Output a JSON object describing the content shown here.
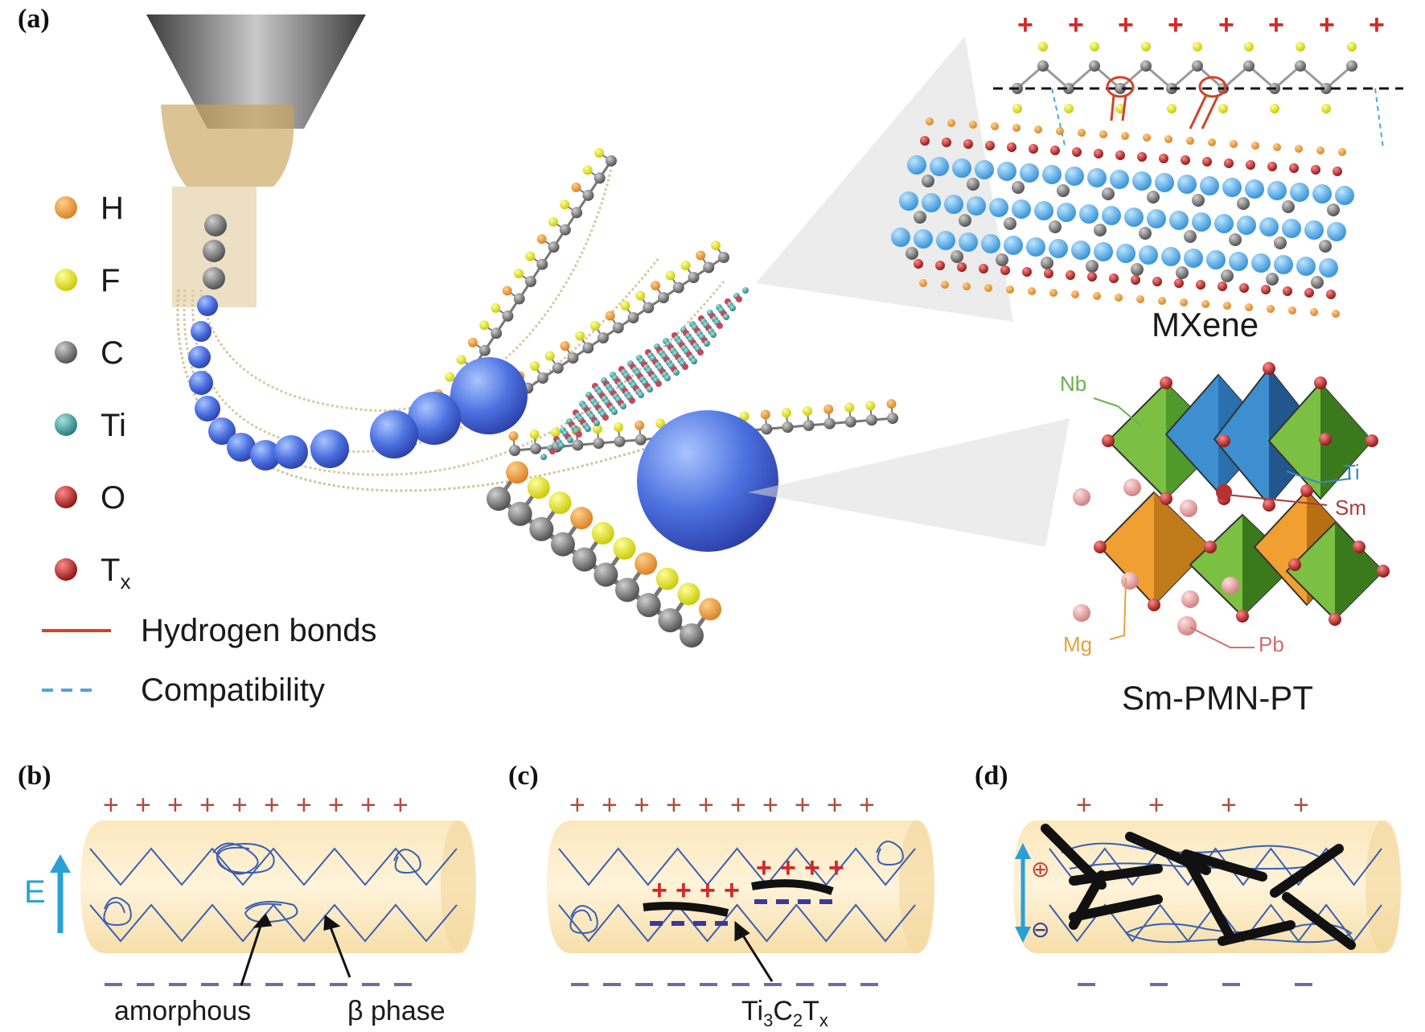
{
  "panels": {
    "a": "(a)",
    "b": "(b)",
    "c": "(c)",
    "d": "(d)"
  },
  "legend": {
    "items": [
      {
        "symbol": "H",
        "color": "#e8a13a"
      },
      {
        "symbol": "F",
        "color": "#e8e81e"
      },
      {
        "symbol": "C",
        "color": "#555555"
      },
      {
        "symbol": "Ti",
        "color": "#3a9a9a"
      },
      {
        "symbol": "O",
        "color": "#b41e1e"
      },
      {
        "symbol": "T",
        "sub": "x",
        "color": "#a01818"
      }
    ],
    "hydrogen_bonds": "Hydrogen bonds",
    "compatibility": "Compatibility",
    "hbond_color": "#d0442a",
    "compat_color": "#4aa8d8"
  },
  "mxene_label": "MXene",
  "pmn": {
    "label": "Sm-PMN-PT",
    "nb": "Nb",
    "ti": "Ti",
    "sm": "Sm",
    "mg": "Mg",
    "pb": "Pb",
    "nb_color": "#6ab04a",
    "ti_color": "#3a86c8",
    "sm_color": "#b03a3a",
    "mg_color": "#e8a13a",
    "pb_color": "#d07070"
  },
  "panel_b": {
    "e_label": "E",
    "amorphous": "amorphous",
    "beta": "β phase"
  },
  "panel_c": {
    "ti": "Ti",
    "s1": "3",
    "c": "C",
    "s2": "2",
    "t": "T",
    "s3": "x"
  },
  "panel_d": {
    "plus_circle": "⊕",
    "minus_circle": "⊖"
  }
}
